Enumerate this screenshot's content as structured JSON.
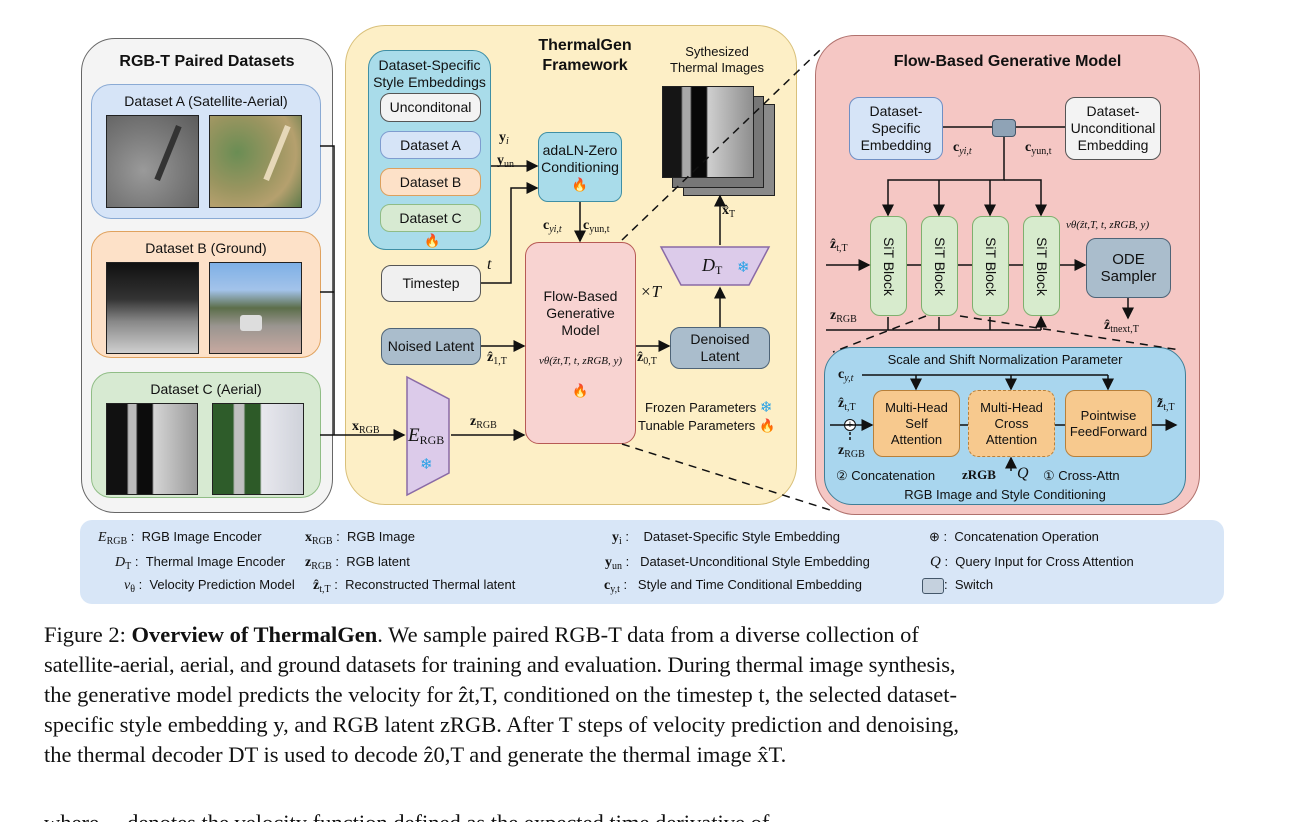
{
  "datasets_panel": {
    "title": "RGB-T Paired Datasets",
    "datasets": [
      {
        "label": "Dataset A (Satellite-Aerial)",
        "thermal_image": "satellite thermal grayscale",
        "rgb_image": "satellite rgb terrain"
      },
      {
        "label": "Dataset B (Ground)",
        "thermal_image": "street thermal grayscale",
        "rgb_image": "street rgb with truck and palms"
      },
      {
        "label": "Dataset C (Aerial)",
        "thermal_image": "parking lot thermal",
        "rgb_image": "parking lot rgb"
      }
    ]
  },
  "framework": {
    "title_line1": "ThermalGen",
    "title_line2": "Framework",
    "style_embeddings": {
      "title_line1": "Dataset-Specific",
      "title_line2": "Style Embeddings",
      "items": [
        "Unconditonal",
        "Dataset A",
        "Dataset B",
        "Dataset C"
      ]
    },
    "adaln": {
      "line1": "adaLN-Zero",
      "line2": "Conditioning"
    },
    "timestep": "Timestep",
    "noised_latent": "Noised Latent",
    "flow_model": {
      "line1": "Flow-Based",
      "line2": "Generative",
      "line3": "Model",
      "formula": "vθ(ẑt,T, t, zRGB, y)"
    },
    "encoder": {
      "symbol": "E",
      "subscript": "RGB"
    },
    "decoder": {
      "symbol": "D",
      "subscript": "T"
    },
    "denoised_latent": {
      "line1": "Denoised",
      "line2": "Latent"
    },
    "synth_label_line1": "Sythesized",
    "synth_label_line2": "Thermal Images",
    "repeat_label": "×T",
    "frozen_label": "Frozen Parameters",
    "tunable_label": "Tunable Parameters",
    "labels": {
      "y_i": "y",
      "y_i_sub": "i",
      "y_un": "y",
      "y_un_sub": "un",
      "c_yi_t": "c",
      "c_yi_t_sub": "yi,t",
      "c_yun_t": "c",
      "c_yun_t_sub": "yun,t",
      "t": "t",
      "z1T": "ẑ",
      "z1T_sub": "1,T",
      "z0T": "ẑ",
      "z0T_sub": "0,T",
      "xRGB": "x",
      "xRGB_sub": "RGB",
      "zRGB": "z",
      "zRGB_sub": "RGB",
      "xT": "x̂",
      "xT_sub": "T"
    }
  },
  "flow_panel": {
    "title": "Flow-Based Generative Model",
    "specific_embedding": {
      "line1": "Dataset-",
      "line2": "Specific",
      "line3": "Embedding"
    },
    "unconditional_embedding": {
      "line1": "Dataset-",
      "line2": "Unconditional",
      "line3": "Embedding"
    },
    "sit_blocks": [
      "SiT Block",
      "SiT Block",
      "SiT Block",
      "SiT Block"
    ],
    "ode_sampler": {
      "line1": "ODE",
      "line2": "Sampler"
    },
    "velocity_formula": "vθ(ẑt,T, t, zRGB, y)",
    "labels": {
      "c_yi_t": "c",
      "c_yi_t_sub": "yi,t",
      "c_yun_t": "c",
      "c_yun_t_sub": "yun,t",
      "z_t_T": "ẑ",
      "z_t_T_sub": "t,T",
      "zRGB": "z",
      "zRGB_sub": "RGB",
      "z_next": "ẑ",
      "z_next_sub": "tnext,T"
    },
    "sub_block": {
      "top_label": "Scale and Shift Normalization Parameter",
      "bottom_label": "RGB Image and Style Conditioning",
      "self_attention": {
        "line1": "Multi-Head",
        "line2": "Self",
        "line3": "Attention"
      },
      "cross_attention": {
        "line1": "Multi-Head",
        "line2": "Cross",
        "line3": "Attention"
      },
      "feedforward": {
        "line1": "Pointwise",
        "line2": "FeedForward"
      },
      "concatenation_label": "② Concatenation",
      "cross_attn_label": "① Cross-Attn",
      "c_y_t": "c",
      "c_y_t_sub": "y,t",
      "z_in": "ẑ",
      "z_in_sub": "t,T",
      "z_out": "z̃",
      "z_out_sub": "t,T",
      "zRGB": "z",
      "zRGB_sub": "RGB",
      "zRGB_q": "zRGB",
      "Q": "Q"
    }
  },
  "legend": {
    "col1": [
      {
        "symbol": "E",
        "sub": "RGB",
        "text": "RGB Image Encoder"
      },
      {
        "symbol": "D",
        "sub": "T",
        "text": "Thermal Image Encoder"
      },
      {
        "symbol": "v",
        "sub": "θ",
        "text": "Velocity Prediction Model"
      }
    ],
    "col2": [
      {
        "symbol": "x",
        "sub": "RGB",
        "text": "RGB Image"
      },
      {
        "symbol": "z",
        "sub": "RGB",
        "text": "RGB latent"
      },
      {
        "symbol": "ẑ",
        "sub": "t,T",
        "text": "Reconstructed Thermal latent"
      }
    ],
    "col3": [
      {
        "symbol": "y",
        "sub": "i",
        "text": "Dataset-Specific Style Embedding"
      },
      {
        "symbol": "y",
        "sub": "un",
        "text": "Dataset-Unconditional Style Embedding"
      },
      {
        "symbol": "c",
        "sub": "y,t",
        "text": "Style and Time Conditional Embedding"
      }
    ],
    "col4": [
      {
        "symbol": "⊕",
        "text": "Concatenation Operation"
      },
      {
        "symbol": "Q",
        "text": "Query Input for Cross Attention"
      },
      {
        "symbol": "switch",
        "text": "Switch"
      }
    ]
  },
  "caption": {
    "prefix": "Figure 2: ",
    "bold": "Overview of ThermalGen",
    "line1_rest": ". We sample paired RGB-T data from a diverse collection of",
    "line2": "satellite-aerial, aerial, and ground datasets for training and evaluation. During thermal image synthesis,",
    "line3": "the generative model predicts the velocity for ẑt,T, conditioned on the timestep t, the selected dataset-",
    "line4": "specific style embedding y, and RGB latent zRGB. After T steps of velocity prediction and denoising,",
    "line5": "the thermal decoder DT is used to decode ẑ0,T and generate the thermal image x̂T.",
    "cut_line": "where ... denotes the velocity function defined as the expected time derivative of ..."
  },
  "colors": {
    "datasets_bg": "#f4f4f4",
    "framework_bg": "#fdefc6",
    "flow_bg": "#f5c7c4",
    "dataset_a": "#d6e4f7",
    "dataset_b": "#fde1c8",
    "dataset_c": "#d7ead2",
    "style_panel": "#a9dcea",
    "sub_block": "#a9d6ee",
    "sit_block": "#d7ebcd",
    "latent": "#aabdcc",
    "decoder": "#dccbea",
    "orange_box": "#f7c98e",
    "legend_bg": "#d8e6f7"
  }
}
